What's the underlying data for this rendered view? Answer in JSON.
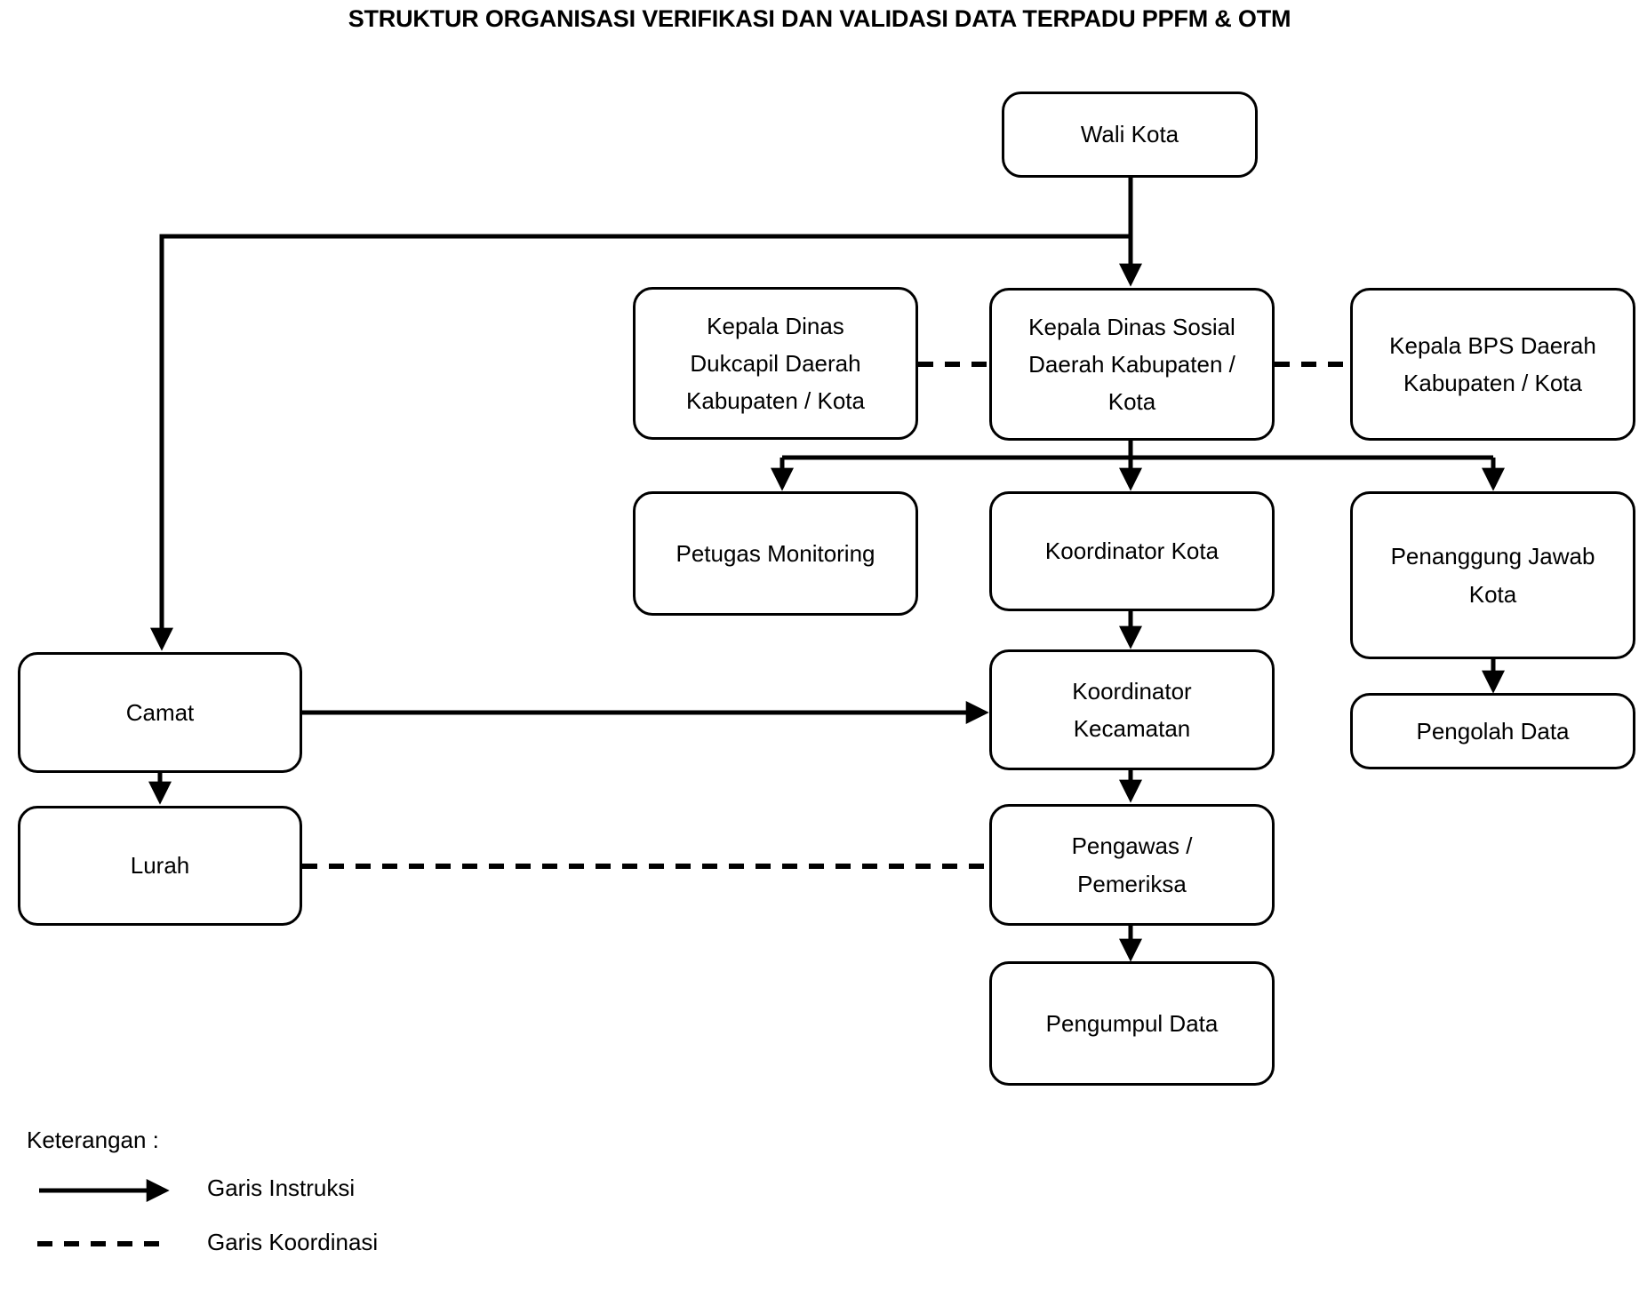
{
  "title": "STRUKTUR ORGANISASI VERIFIKASI DAN VALIDASI DATA TERPADU PPFM & OTM",
  "nodes": {
    "wali_kota": "Wali Kota",
    "kepala_dukcapil": "Kepala Dinas\nDukcapil Daerah\nKabupaten / Kota",
    "kepala_dinsos": "Kepala Dinas Sosial\nDaerah Kabupaten /\nKota",
    "kepala_bps": "Kepala BPS Daerah\nKabupaten / Kota",
    "petugas_monitoring": "Petugas Monitoring",
    "koordinator_kota": "Koordinator  Kota",
    "penanggung_jawab_kota": "Penanggung Jawab\nKota",
    "camat": "Camat",
    "pengolah_data": "Pengolah Data",
    "koordinator_kecamatan": "Koordinator\nKecamatan",
    "lurah": "Lurah",
    "pengawas_pemeriksa": "Pengawas /\nPemeriksa",
    "pengumpul_data": "Pengumpul Data"
  },
  "legend": {
    "heading": "Keterangan :",
    "items": [
      {
        "label": "Garis Instruksi",
        "style": "solid-arrow"
      },
      {
        "label": "Garis Koordinasi",
        "style": "dashed"
      }
    ]
  },
  "colors": {
    "stroke": "#000000",
    "fill": "#ffffff",
    "text": "#000000"
  },
  "chart_data": {
    "type": "diagram",
    "diagram_kind": "organization-chart",
    "relations": [
      {
        "from": "wali_kota",
        "to": "kepala_dinsos",
        "style": "solid-arrow"
      },
      {
        "from": "wali_kota",
        "to": "camat",
        "style": "solid-arrow"
      },
      {
        "from": "kepala_dukcapil",
        "to": "kepala_dinsos",
        "style": "dashed"
      },
      {
        "from": "kepala_dinsos",
        "to": "kepala_bps",
        "style": "dashed"
      },
      {
        "from": "kepala_dinsos",
        "to": "petugas_monitoring",
        "style": "solid-arrow"
      },
      {
        "from": "kepala_dinsos",
        "to": "koordinator_kota",
        "style": "solid-arrow"
      },
      {
        "from": "kepala_dinsos",
        "to": "penanggung_jawab_kota",
        "style": "solid-arrow"
      },
      {
        "from": "koordinator_kota",
        "to": "koordinator_kecamatan",
        "style": "solid-arrow"
      },
      {
        "from": "penanggung_jawab_kota",
        "to": "pengolah_data",
        "style": "solid-arrow"
      },
      {
        "from": "camat",
        "to": "koordinator_kecamatan",
        "style": "solid-arrow"
      },
      {
        "from": "camat",
        "to": "lurah",
        "style": "solid-arrow"
      },
      {
        "from": "koordinator_kecamatan",
        "to": "pengawas_pemeriksa",
        "style": "solid-arrow"
      },
      {
        "from": "lurah",
        "to": "pengawas_pemeriksa",
        "style": "dashed"
      },
      {
        "from": "pengawas_pemeriksa",
        "to": "pengumpul_data",
        "style": "solid-arrow"
      }
    ]
  }
}
